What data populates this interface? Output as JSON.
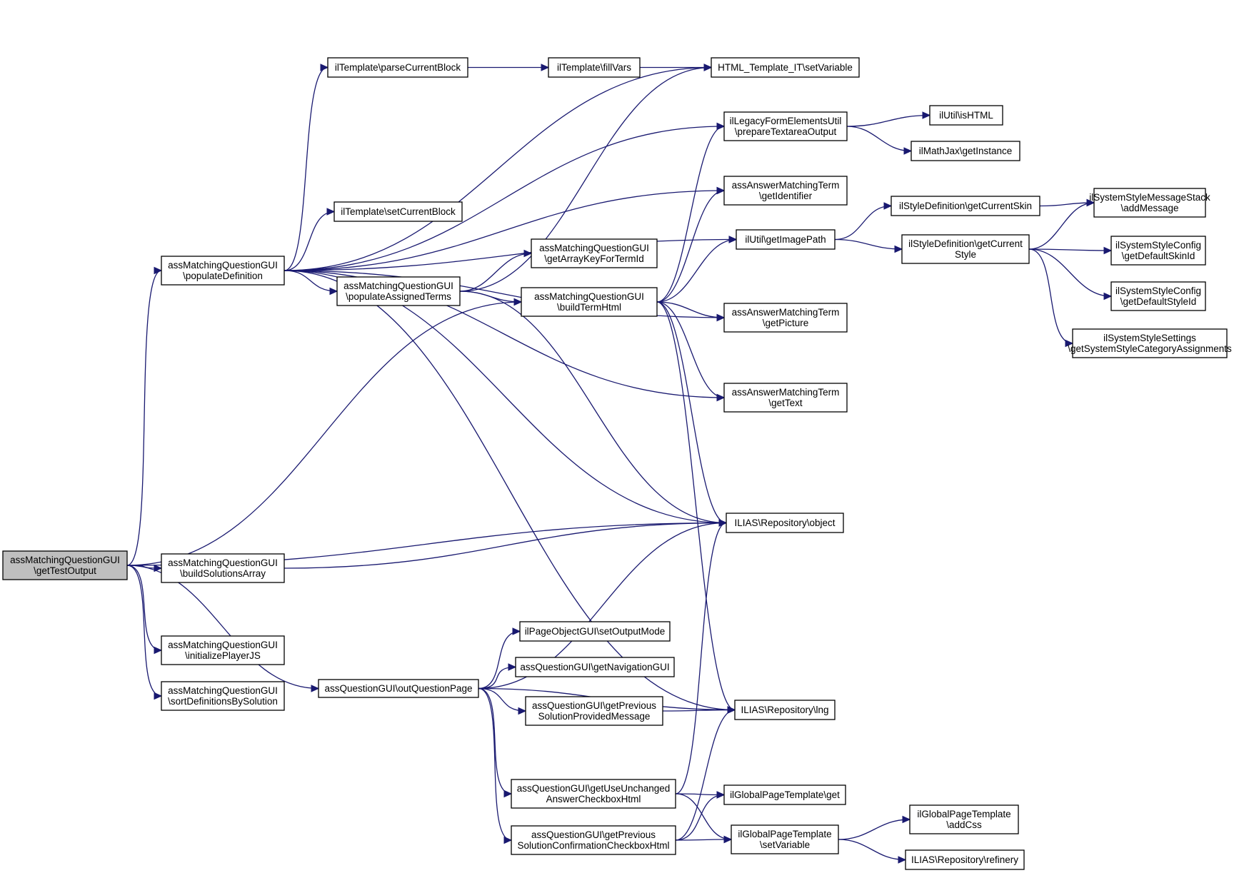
{
  "nodes": [
    {
      "id": "getTestOutput",
      "lines": [
        "assMatchingQuestionGUI",
        "\\getTestOutput"
      ],
      "root": true
    },
    {
      "id": "populateDefinition",
      "lines": [
        "assMatchingQuestionGUI",
        "\\populateDefinition"
      ]
    },
    {
      "id": "buildSolutionsArray",
      "lines": [
        "assMatchingQuestionGUI",
        "\\buildSolutionsArray"
      ]
    },
    {
      "id": "initializePlayerJS",
      "lines": [
        "assMatchingQuestionGUI",
        "\\initializePlayerJS"
      ]
    },
    {
      "id": "sortDefinitionsBySolution",
      "lines": [
        "assMatchingQuestionGUI",
        "\\sortDefinitionsBySolution"
      ]
    },
    {
      "id": "parseCurrentBlock",
      "lines": [
        "ilTemplate\\parseCurrentBlock"
      ]
    },
    {
      "id": "setCurrentBlock",
      "lines": [
        "ilTemplate\\setCurrentBlock"
      ]
    },
    {
      "id": "populateAssignedTerms",
      "lines": [
        "assMatchingQuestionGUI",
        "\\populateAssignedTerms"
      ]
    },
    {
      "id": "outQuestionPage",
      "lines": [
        "assQuestionGUI\\outQuestionPage"
      ]
    },
    {
      "id": "fillVars",
      "lines": [
        "ilTemplate\\fillVars"
      ]
    },
    {
      "id": "getArrayKeyForTermId",
      "lines": [
        "assMatchingQuestionGUI",
        "\\getArrayKeyForTermId"
      ]
    },
    {
      "id": "buildTermHtml",
      "lines": [
        "assMatchingQuestionGUI",
        "\\buildTermHtml"
      ]
    },
    {
      "id": "setOutputMode",
      "lines": [
        "ilPageObjectGUI\\setOutputMode"
      ]
    },
    {
      "id": "getNavigationGUI",
      "lines": [
        "assQuestionGUI\\getNavigationGUI"
      ]
    },
    {
      "id": "getPreviousSolutionProvidedMessage",
      "lines": [
        "assQuestionGUI\\getPrevious",
        "SolutionProvidedMessage"
      ]
    },
    {
      "id": "getUseUnchangedAnswerCheckboxHtml",
      "lines": [
        "assQuestionGUI\\getUseUnchanged",
        "AnswerCheckboxHtml"
      ]
    },
    {
      "id": "getPreviousSolutionConfirmationCheckboxHtml",
      "lines": [
        "assQuestionGUI\\getPrevious",
        "SolutionConfirmationCheckboxHtml"
      ]
    },
    {
      "id": "htmlTemplateSetVariable",
      "lines": [
        "HTML_Template_IT\\setVariable"
      ]
    },
    {
      "id": "prepareTextareaOutput",
      "lines": [
        "ilLegacyFormElementsUtil",
        "\\prepareTextareaOutput"
      ]
    },
    {
      "id": "getIdentifier",
      "lines": [
        "assAnswerMatchingTerm",
        "\\getIdentifier"
      ]
    },
    {
      "id": "getImagePath",
      "lines": [
        "ilUtil\\getImagePath"
      ]
    },
    {
      "id": "getPicture",
      "lines": [
        "assAnswerMatchingTerm",
        "\\getPicture"
      ]
    },
    {
      "id": "getText",
      "lines": [
        "assAnswerMatchingTerm",
        "\\getText"
      ]
    },
    {
      "id": "repositoryObject",
      "lines": [
        "ILIAS\\Repository\\object"
      ]
    },
    {
      "id": "repositoryLng",
      "lines": [
        "ILIAS\\Repository\\lng"
      ]
    },
    {
      "id": "globalGet",
      "lines": [
        "ilGlobalPageTemplate\\get"
      ]
    },
    {
      "id": "globalSetVariable",
      "lines": [
        "ilGlobalPageTemplate",
        "\\setVariable"
      ]
    },
    {
      "id": "isHTML",
      "lines": [
        "ilUtil\\isHTML"
      ]
    },
    {
      "id": "getInstance",
      "lines": [
        "ilMathJax\\getInstance"
      ]
    },
    {
      "id": "getCurrentSkin",
      "lines": [
        "ilStyleDefinition\\getCurrentSkin"
      ]
    },
    {
      "id": "getCurrentStyle",
      "lines": [
        "ilStyleDefinition\\getCurrent",
        "Style"
      ]
    },
    {
      "id": "addCss",
      "lines": [
        "ilGlobalPageTemplate",
        "\\addCss"
      ]
    },
    {
      "id": "refinery",
      "lines": [
        "ILIAS\\Repository\\refinery"
      ]
    },
    {
      "id": "addMessage",
      "lines": [
        "ilSystemStyleMessageStack",
        "\\addMessage"
      ]
    },
    {
      "id": "getDefaultSkinId",
      "lines": [
        "ilSystemStyleConfig",
        "\\getDefaultSkinId"
      ]
    },
    {
      "id": "getDefaultStyleId",
      "lines": [
        "ilSystemStyleConfig",
        "\\getDefaultStyleId"
      ]
    },
    {
      "id": "getSystemStyleCategoryAssignments",
      "lines": [
        "ilSystemStyleSettings",
        "\\getSystemStyleCategoryAssignments"
      ]
    }
  ],
  "edges": [
    [
      "getTestOutput",
      "populateDefinition"
    ],
    [
      "getTestOutput",
      "buildTermHtml"
    ],
    [
      "getTestOutput",
      "repositoryObject"
    ],
    [
      "getTestOutput",
      "buildSolutionsArray"
    ],
    [
      "getTestOutput",
      "outQuestionPage"
    ],
    [
      "getTestOutput",
      "initializePlayerJS"
    ],
    [
      "getTestOutput",
      "sortDefinitionsBySolution"
    ],
    [
      "populateDefinition",
      "htmlTemplateSetVariable"
    ],
    [
      "populateDefinition",
      "parseCurrentBlock"
    ],
    [
      "populateDefinition",
      "prepareTextareaOutput"
    ],
    [
      "populateDefinition",
      "getIdentifier"
    ],
    [
      "populateDefinition",
      "setCurrentBlock"
    ],
    [
      "populateDefinition",
      "getImagePath"
    ],
    [
      "populateDefinition",
      "populateAssignedTerms"
    ],
    [
      "populateDefinition",
      "getPicture"
    ],
    [
      "populateDefinition",
      "getText"
    ],
    [
      "populateDefinition",
      "repositoryObject"
    ],
    [
      "populateDefinition",
      "repositoryLng"
    ],
    [
      "parseCurrentBlock",
      "fillVars"
    ],
    [
      "fillVars",
      "htmlTemplateSetVariable"
    ],
    [
      "populateAssignedTerms",
      "htmlTemplateSetVariable"
    ],
    [
      "populateAssignedTerms",
      "getArrayKeyForTermId"
    ],
    [
      "populateAssignedTerms",
      "buildTermHtml"
    ],
    [
      "populateAssignedTerms",
      "repositoryObject"
    ],
    [
      "buildTermHtml",
      "prepareTextareaOutput"
    ],
    [
      "buildTermHtml",
      "getIdentifier"
    ],
    [
      "buildTermHtml",
      "getImagePath"
    ],
    [
      "buildTermHtml",
      "getPicture"
    ],
    [
      "buildTermHtml",
      "getText"
    ],
    [
      "buildTermHtml",
      "repositoryObject"
    ],
    [
      "buildTermHtml",
      "repositoryLng"
    ],
    [
      "buildSolutionsArray",
      "repositoryObject"
    ],
    [
      "outQuestionPage",
      "repositoryObject"
    ],
    [
      "outQuestionPage",
      "setOutputMode"
    ],
    [
      "outQuestionPage",
      "getNavigationGUI"
    ],
    [
      "outQuestionPage",
      "getPreviousSolutionProvidedMessage"
    ],
    [
      "outQuestionPage",
      "repositoryLng"
    ],
    [
      "outQuestionPage",
      "getUseUnchangedAnswerCheckboxHtml"
    ],
    [
      "outQuestionPage",
      "getPreviousSolutionConfirmationCheckboxHtml"
    ],
    [
      "getPreviousSolutionProvidedMessage",
      "repositoryLng"
    ],
    [
      "getUseUnchangedAnswerCheckboxHtml",
      "repositoryObject"
    ],
    [
      "getUseUnchangedAnswerCheckboxHtml",
      "globalGet"
    ],
    [
      "getUseUnchangedAnswerCheckboxHtml",
      "globalSetVariable"
    ],
    [
      "getPreviousSolutionConfirmationCheckboxHtml",
      "repositoryLng"
    ],
    [
      "getPreviousSolutionConfirmationCheckboxHtml",
      "globalGet"
    ],
    [
      "getPreviousSolutionConfirmationCheckboxHtml",
      "globalSetVariable"
    ],
    [
      "prepareTextareaOutput",
      "isHTML"
    ],
    [
      "prepareTextareaOutput",
      "getInstance"
    ],
    [
      "getImagePath",
      "getCurrentSkin"
    ],
    [
      "getImagePath",
      "getCurrentStyle"
    ],
    [
      "getCurrentSkin",
      "addMessage"
    ],
    [
      "getCurrentStyle",
      "addMessage"
    ],
    [
      "getCurrentStyle",
      "getDefaultSkinId"
    ],
    [
      "getCurrentStyle",
      "getDefaultStyleId"
    ],
    [
      "getCurrentStyle",
      "getSystemStyleCategoryAssignments"
    ],
    [
      "globalSetVariable",
      "addCss"
    ],
    [
      "globalSetVariable",
      "refinery"
    ]
  ]
}
